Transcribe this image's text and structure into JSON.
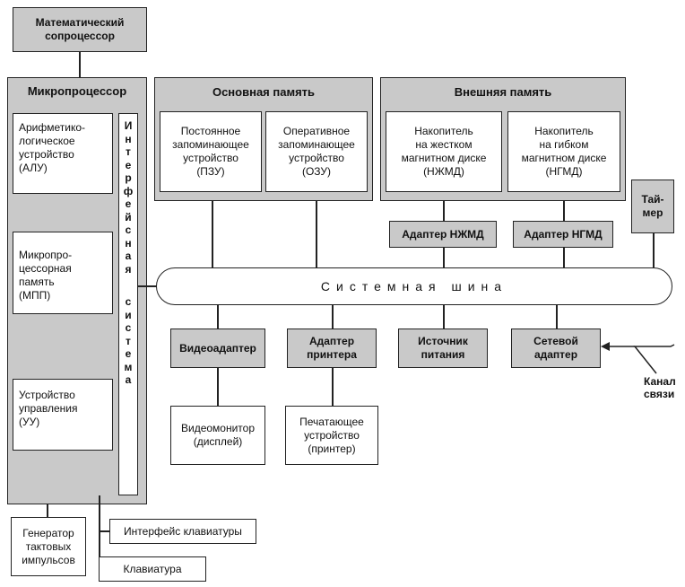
{
  "coprocessor": "Математический\nсопроцессор",
  "microprocessor": {
    "title": "Микропроцессор",
    "alu": "Арифметико-\nлогическое\nустройство\n(АЛУ)",
    "mpp": "Микропро-\nцессорная\nпамять\n(МПП)",
    "uu": "Устройство\nуправления\n(УУ)",
    "interface_system": "Интерфейсная система"
  },
  "main_memory": {
    "title": "Основная память",
    "rom": "Постоянное\nзапоминающее\nустройство\n(ПЗУ)",
    "ram": "Оперативное\nзапоминающее\nустройство\n(ОЗУ)"
  },
  "external_memory": {
    "title": "Внешняя память",
    "hdd": "Накопитель\nна жестком\nмагнитном диске\n(НЖМД)",
    "fdd": "Накопитель\nна гибком\nмагнитном диске\n(НГМД)"
  },
  "timer": "Тай-\nмер",
  "hdd_adapter": "Адаптер НЖМД",
  "fdd_adapter": "Адаптер НГМД",
  "system_bus": "Системная шина",
  "video_adapter": "Видеоадаптер",
  "printer_adapter": "Адаптер\nпринтера",
  "power_supply": "Источник\nпитания",
  "network_adapter": "Сетевой\nадаптер",
  "comm_channel": "Канал\nсвязи",
  "monitor": "Видеомонитор\n(дисплей)",
  "printer": "Печатающее\nустройство\n(принтер)",
  "clock_generator": "Генератор\nтактовых\nимпульсов",
  "keyboard_interface": "Интерфейс клавиатуры",
  "keyboard": "Клавиатура"
}
